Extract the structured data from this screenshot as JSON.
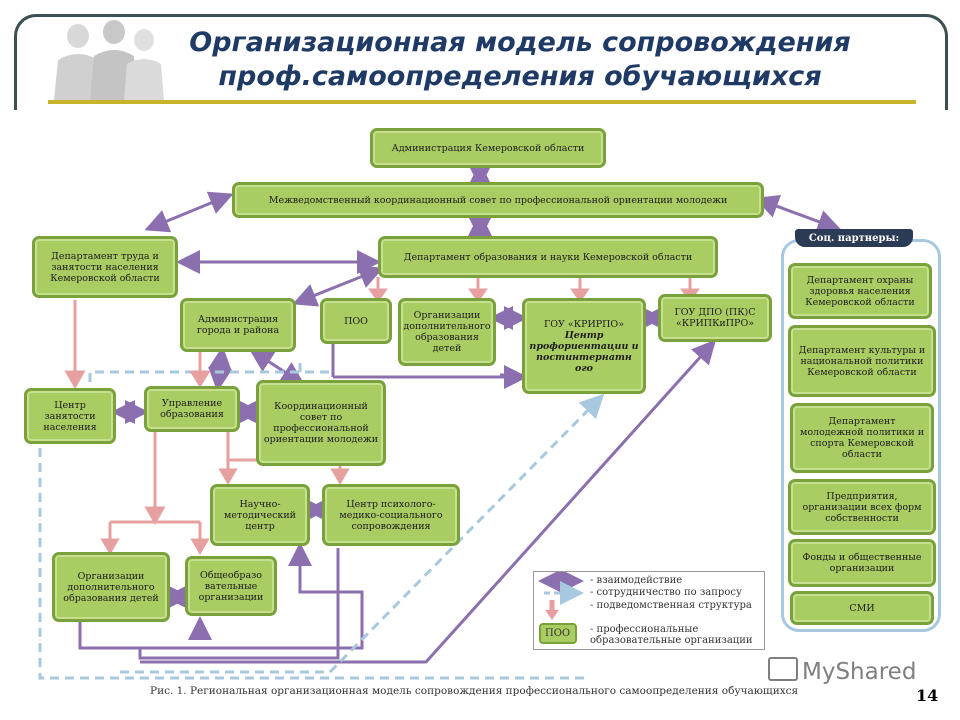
{
  "header": {
    "title_line1": "Организационная модель сопровождения",
    "title_line2": "проф.самоопределения обучающихся"
  },
  "colors": {
    "title": "#203a66",
    "box_fill": "#a9cc63",
    "box_border": "#7aa13b",
    "interaction_arrow": "#8b6fae",
    "collab_arrow": "#a7c8de",
    "sub_arrow": "#e6a0a0",
    "frame": "#3c4f52",
    "accent_line": "#c8b42c"
  },
  "nodes": {
    "admin_region": "Администрация Кемеровской области",
    "mvks": "Межведомственный координационный совет по профессиональной ориентации молодежи",
    "dep_labor": "Департамент труда и занятости населения Кемеровской области",
    "dep_edu": "Департамент образования и науки Кемеровской области",
    "admin_city": "Администрация города и района",
    "poo": "ПОО",
    "org_dop": "Организации дополнительного образования детей",
    "krirpo_title": "ГОУ «КРИРПО»",
    "krirpo_center": "Центр профориентации и постинтернатн ого",
    "dpo_kripkipro": "ГОУ ДПО (ПК)С «КРИПКиПРО»",
    "center_employment": "Центр занятости населения",
    "upr_edu": "Управление образования",
    "coord_council": "Координационный совет по профессиональной ориентации молодежи",
    "nmc": "Научно-методический центр",
    "ppms": "Центр психолого-медико-социального сопровождения",
    "org_dop_children": "Организации дополнительного образования детей",
    "general_edu": "Общеобразо вательные организации"
  },
  "social_partners": {
    "label": "Соц. партнеры:",
    "items": [
      "Департамент охраны здоровья населения Кемеровской области",
      "Департамент культуры и национальной политики Кемеровской области",
      "Департамент молодежной политики и спорта Кемеровской области",
      "Предприятия, организации всех форм собственности",
      "Фонды и общественные организации",
      "СМИ"
    ]
  },
  "legend": {
    "interaction": "- взаимодействие",
    "collaboration": "- сотрудничество по запросу",
    "subordinate": "- подведомственная структура",
    "poo_abbr": "ПОО",
    "poo_desc": "- профессиональные образовательные организации"
  },
  "footer": {
    "caption": "Рис. 1. Региональная организационная модель сопровождения профессионального самоопределения обучающихся",
    "slide_number": "14",
    "watermark": "MyShared"
  }
}
